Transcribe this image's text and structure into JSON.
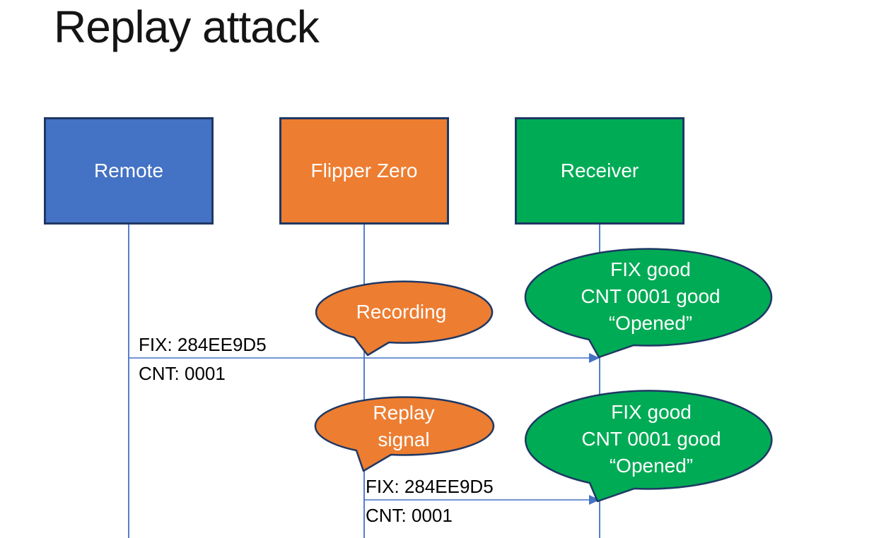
{
  "title": "Replay attack",
  "colors": {
    "box-blue": "#4472C4",
    "box-orange": "#ED7D31",
    "box-green": "#00AB55",
    "outline": "#1F3864",
    "connector": "#4472C4",
    "title-text": "#141414",
    "label-text": "#000000",
    "shape-text": "#FFFFFF"
  },
  "actors": [
    {
      "label": "Remote"
    },
    {
      "label": "Flipper Zero"
    },
    {
      "label": "Receiver"
    }
  ],
  "messages": [
    {
      "fix": "FIX: 284EE9D5",
      "cnt": "CNT: 0001"
    },
    {
      "fix": "FIX: 284EE9D5",
      "cnt": "CNT: 0001"
    }
  ],
  "callouts": [
    {
      "name": "recording",
      "lines": [
        "Recording"
      ]
    },
    {
      "name": "replay-signal",
      "lines": [
        "Replay",
        "signal"
      ]
    },
    {
      "name": "receiver-result-1",
      "lines": [
        "FIX good",
        "CNT 0001 good",
        "“Opened”"
      ]
    },
    {
      "name": "receiver-result-2",
      "lines": [
        "FIX good",
        "CNT 0001 good",
        "“Opened”"
      ]
    }
  ]
}
